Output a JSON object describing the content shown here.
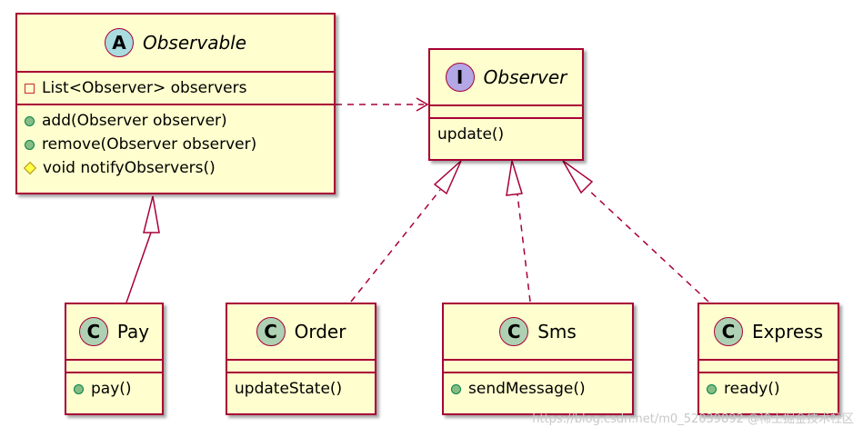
{
  "diagram_type": "UML class diagram",
  "classes": {
    "observable": {
      "stereotype_badge": "A",
      "name": "Observable",
      "fields": [
        {
          "visibility": "private",
          "text": "List<Observer> observers"
        }
      ],
      "methods": [
        {
          "visibility": "public",
          "text": "add(Observer observer)"
        },
        {
          "visibility": "public",
          "text": "remove(Observer observer)"
        },
        {
          "visibility": "protected",
          "text": "void notifyObservers()"
        }
      ]
    },
    "observer": {
      "stereotype_badge": "I",
      "name": "Observer",
      "methods": [
        {
          "visibility": "none",
          "text": "update()"
        }
      ]
    },
    "pay": {
      "stereotype_badge": "C",
      "name": "Pay",
      "methods": [
        {
          "visibility": "public",
          "text": "pay()"
        }
      ]
    },
    "order": {
      "stereotype_badge": "C",
      "name": "Order",
      "methods": [
        {
          "visibility": "none",
          "text": "updateState()"
        }
      ]
    },
    "sms": {
      "stereotype_badge": "C",
      "name": "Sms",
      "methods": [
        {
          "visibility": "public",
          "text": "sendMessage()"
        }
      ]
    },
    "express": {
      "stereotype_badge": "C",
      "name": "Express",
      "methods": [
        {
          "visibility": "public",
          "text": "ready()"
        }
      ]
    }
  },
  "relations": [
    {
      "from": "Observable",
      "to": "Observer",
      "type": "dependency"
    },
    {
      "from": "Pay",
      "to": "Observable",
      "type": "inheritance"
    },
    {
      "from": "Order",
      "to": "Observer",
      "type": "realization"
    },
    {
      "from": "Sms",
      "to": "Observer",
      "type": "realization"
    },
    {
      "from": "Express",
      "to": "Observer",
      "type": "realization"
    }
  ],
  "colors": {
    "class_fill": "#fefece",
    "border": "#a80036",
    "class_badge": "#add1b2",
    "abstract_badge": "#a9dcdf",
    "interface_badge": "#b4a7e5"
  },
  "watermark": "https://blog.csdn.net/m0_52039892 @稀土掘金技术社区"
}
